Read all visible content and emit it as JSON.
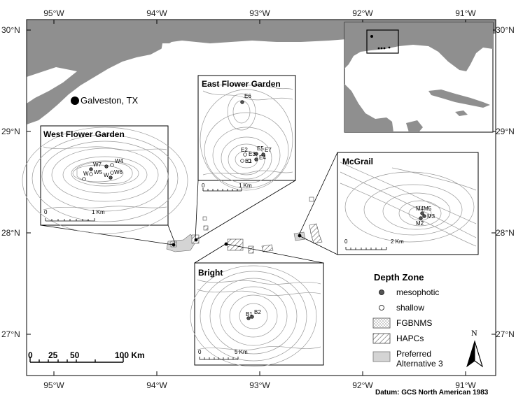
{
  "axis_labels": {
    "longitude": [
      "95°W",
      "94°W",
      "93°W",
      "92°W",
      "91°W"
    ],
    "latitude": [
      "30°N",
      "29°N",
      "28°N",
      "27°N"
    ]
  },
  "city": {
    "label": "Galveston, TX"
  },
  "insets": {
    "west": {
      "title": "West Flower Garden",
      "scale": [
        "0",
        "1 Km"
      ],
      "sites": [
        "W7",
        "W4",
        "W5",
        "W6",
        "W",
        "W"
      ]
    },
    "east": {
      "title": "East Flower Garden",
      "scale": [
        "0",
        "1 Km"
      ],
      "sites": [
        "E6",
        "E2",
        "E5",
        "E7",
        "E3",
        "E4",
        "E1"
      ]
    },
    "mcgrail": {
      "title": "McGrail",
      "scale": [
        "0",
        "2 Km"
      ],
      "sites": [
        "M4M5",
        "M3",
        "M2"
      ]
    },
    "bright": {
      "title": "Bright",
      "scale": [
        "0",
        "5 Km"
      ],
      "sites": [
        "B1",
        "B2"
      ]
    }
  },
  "legend": {
    "title": "Depth Zone",
    "items": [
      "mesophotic",
      "shallow",
      "FGBNMS",
      "HAPCs",
      "Preferred",
      "Alternative 3"
    ]
  },
  "scalebar": {
    "labels": [
      "0",
      "25",
      "50",
      "100 Km"
    ]
  },
  "north_arrow": {
    "label": "N"
  },
  "datum": "Datum: GCS North American 1983",
  "colors": {
    "land": "#8f8f8f",
    "water": "#ffffff",
    "contour": "#9a9a9a",
    "mesophotic_dot": "#555555",
    "preferred_alternative": "#d4d4d4"
  }
}
